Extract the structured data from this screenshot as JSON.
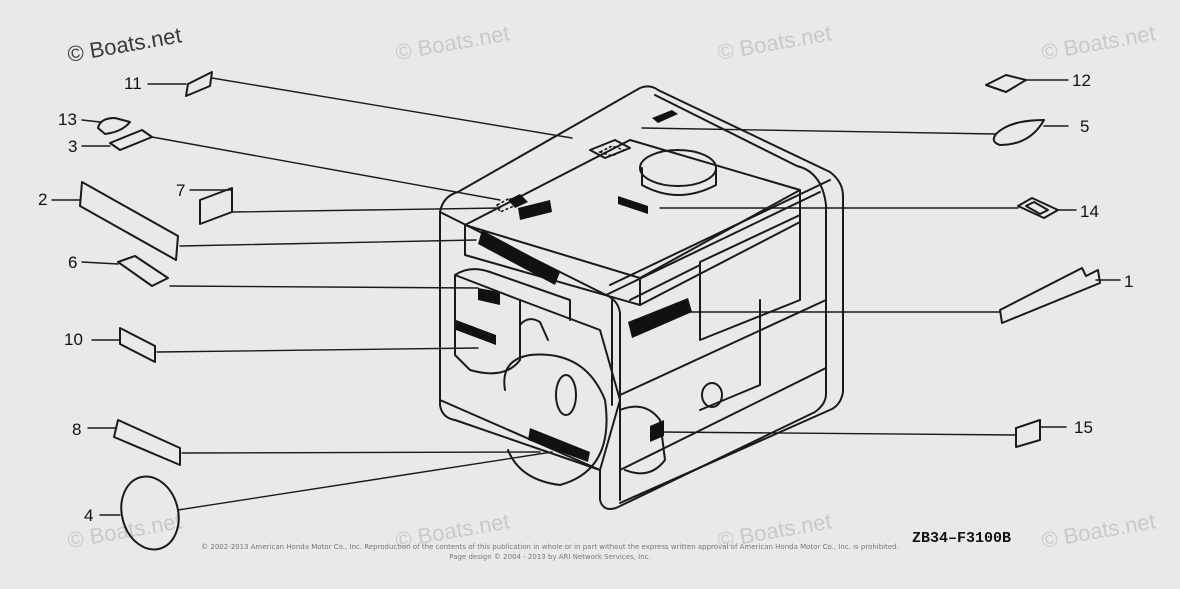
{
  "watermark": {
    "primary": "© Boats.net",
    "faded": "© Boats.net"
  },
  "callouts": {
    "c1": "1",
    "c2": "2",
    "c3": "3",
    "c4": "4",
    "c5": "5",
    "c6": "6",
    "c7": "7",
    "c8": "8",
    "c10": "10",
    "c11": "11",
    "c12": "12",
    "c13": "13",
    "c14": "14",
    "c15": "15"
  },
  "diagram_code": "ZB34–F3100B",
  "copyright": {
    "line1": "© 2002-2013 American Honda Motor Co., Inc. Reproduction of the contents of this publication in whole or in part without the express written approval of American Honda Motor Co., Inc. is prohibited.",
    "line2": "Page design © 2004 - 2013 by ARI Network Services, Inc."
  }
}
